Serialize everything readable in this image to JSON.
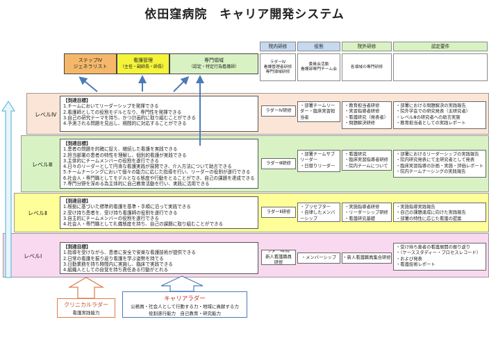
{
  "title": "依田窪病院　キャリア開発システム",
  "top_boxes": [
    {
      "title": "ステップⅣ",
      "sub": "ジェネラリスト"
    },
    {
      "title": "看護管理",
      "sub": "（主任・副師長・師長）"
    },
    {
      "title": "専門領域",
      "sub": "（認定・特定行為看護師）"
    }
  ],
  "top_desc": "ラダーⅣ\n看護管理者研修\n専門領域研修",
  "col_headers": {
    "in_hospital": "院内研修",
    "role": "役割",
    "outside": "院外研修",
    "certification": "認定要件"
  },
  "sub_headers": {
    "role": "委員会活動\n看護部専門チーム会",
    "outside": "各領域の専門研修"
  },
  "levels": [
    {
      "name": "レベルⅣ",
      "goal_header": "【到達目標】",
      "goals": [
        "1.チームにおいてリーダーシップを発揮できる",
        "2.看護師としての役割モデルとなり、専門性を発揮できる",
        "3.自己の研究テーマを持ち、かつ計画的に取り組むことができる",
        "4.予測される問題を見出し、期間的に対応することができる"
      ],
      "in_hospital": "ラダーⅣ研修",
      "role": [
        "部署チームリーダー・臨床実習担当者"
      ],
      "outside": [
        "教育担当者研修",
        "実習指導者研修",
        "看護研究（発表者）",
        "問題解決研修"
      ],
      "cert": [
        "部署における問題解決の実践報告",
        "院外学会での研究発表（主研究者）",
        "レベルⅢの研究者への助言実施",
        "教育担当者としての実践レポート"
      ]
    },
    {
      "name": "レベルⅢ",
      "goal_header": "【到達目標】",
      "goals": [
        "1.患者の問題を的確に捉え、継続した看護を実践できる",
        "2.担当部署の患者の特性を理解し、個別的看護が実践できる",
        "3.主体的にチームメンバーの役割を遂行できる",
        "4.日々のリーダーとして円滑な看護実践が展開でき、介入方法について助言できる",
        "5.チームナーシングにおいて個々の能力に応じた指導を行い、リーダーの役割が遂行できる",
        "6.社会人・専門職としてモデルとなる態度や行動をとることができ、自己の課題を達成できる",
        "7.専門分野を深める為主体的に自己教育活動を行い、実践に活用できる"
      ],
      "in_hospital": "ラダーⅢ研修",
      "role": [
        "部署チームサブリーダー",
        "日替りリーダー"
      ],
      "outside": [
        "看護研究",
        "臨床実習指導者研修",
        "院内チームについて"
      ],
      "cert": [
        "部署におけるリーダーシップの実践報告",
        "院内研究発表にて主研究者として発表",
        "臨床実習指導の計画・実施・評価レポート",
        "院内チームナーシングの実践報告"
      ]
    },
    {
      "name": "レベルⅡ",
      "goal_header": "【到達目標】",
      "goals": [
        "1.根拠に基づいた標準的看護を基準・手順に沿って実践できる",
        "2.受け持ち患者を、受け持ち看護師の役割を遂行できる",
        "3.自主的にチームメンバーの役割を遂行できる",
        "4.社会人・専門職として礼儀態度を持ち、自己の課題に取り組むことができる"
      ],
      "in_hospital": "ラダーⅡ研修",
      "role": [
        "プリセプター",
        "自律したメンバーシップ"
      ],
      "outside": [
        "実施指導者研修",
        "リーダーシップ研修",
        "看護研究基礎"
      ],
      "cert": [
        "実施指導実践報告",
        "自己の課題達成に向けた実践報告",
        "部署の特性に応じた看護の提案"
      ]
    },
    {
      "name": "レベルⅠ",
      "goal_header": "【到達目標】",
      "goals": [
        "1.指導を受けながら、患者に安全で安楽な看護技術が提供できる",
        "2.日常の看護を振り返り看護を学ぶ姿勢を持てる",
        "3.日勤業務を持ち時間内に実施し、臨床で実践できる",
        "4.組織人としての自覚を持ち責任ある行動がとれる"
      ],
      "in_hospital": "ラダーⅠ研修\n新人看護職員研修",
      "role": [
        "メンバーシップ"
      ],
      "outside": [
        "新人看護職員集合研修"
      ],
      "cert": [
        "受け持ち患者の看護展開の振り返り",
        "（ケーススタディー・プロセスレコード）",
        "および発表",
        "看護技術レポート"
      ]
    }
  ],
  "clinical_ladder": {
    "title": "クリニカルラダー",
    "sub": "看護実践能力"
  },
  "career_ladder": {
    "title": "キャリアラダー",
    "lines": [
      "公務員・社会人として行動する力・地域に貢献する力",
      "役割遂行能力　自己教育・研究能力"
    ]
  }
}
